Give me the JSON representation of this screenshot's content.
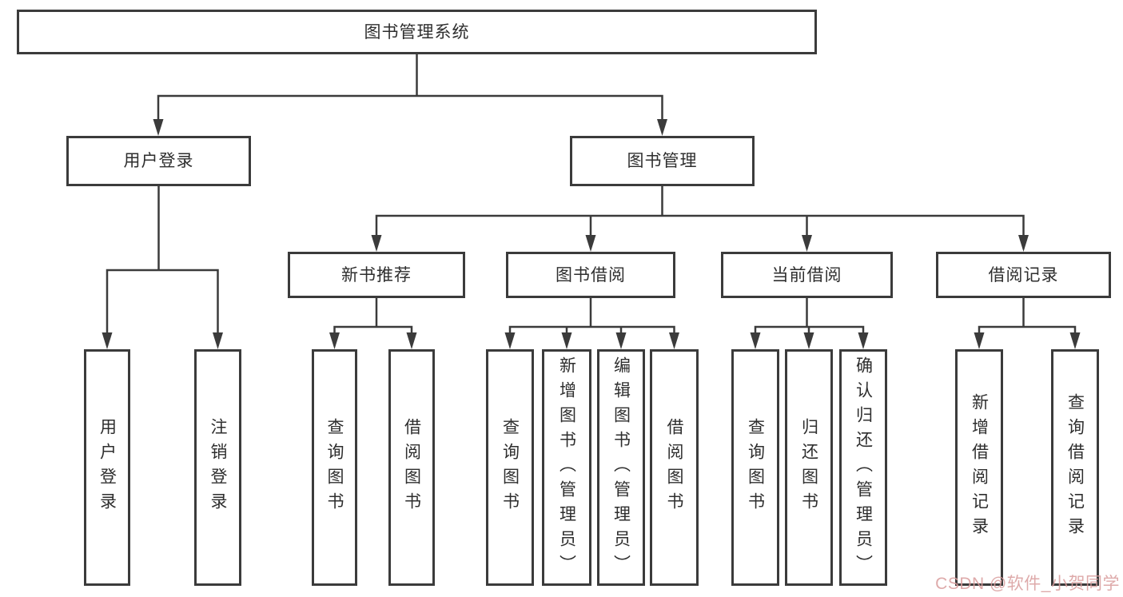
{
  "tree": {
    "root": {
      "label": "图书管理系统",
      "children": [
        {
          "label": "用户登录",
          "children": [
            {
              "label": "用户登录"
            },
            {
              "label": "注销登录"
            }
          ]
        },
        {
          "label": "图书管理",
          "children": [
            {
              "label": "新书推荐",
              "children": [
                {
                  "label": "查询图书"
                },
                {
                  "label": "借阅图书"
                }
              ]
            },
            {
              "label": "图书借阅",
              "children": [
                {
                  "label": "查询图书"
                },
                {
                  "label": "新增图书（管理员）"
                },
                {
                  "label": "编辑图书（管理员）"
                },
                {
                  "label": "借阅图书"
                }
              ]
            },
            {
              "label": "当前借阅",
              "children": [
                {
                  "label": "查询图书"
                },
                {
                  "label": "归还图书"
                },
                {
                  "label": "确认归还（管理员）"
                }
              ]
            },
            {
              "label": "借阅记录",
              "children": [
                {
                  "label": "新增借阅记录"
                },
                {
                  "label": "查询借阅记录"
                }
              ]
            }
          ]
        }
      ]
    }
  },
  "watermark": {
    "text": "CSDN @软件_小贺同学",
    "color": "#d99c9c"
  },
  "colors": {
    "line": "#3b3b3b",
    "box_border": "#3b3b3b",
    "text": "#2e2e2e",
    "background": "#ffffff"
  }
}
